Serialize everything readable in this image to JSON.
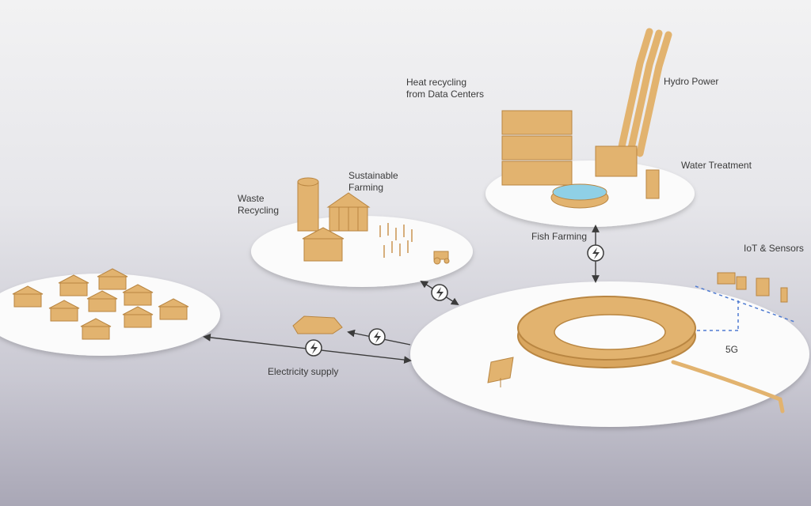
{
  "labels": {
    "heat_recycling": "Heat recycling",
    "heat_recycling_2": "from Data Centers",
    "hydro_power": "Hydro Power",
    "water_treatment": "Water Treatment",
    "sustainable_farming": "Sustainable",
    "sustainable_farming_2": "Farming",
    "waste_recycling": "Waste",
    "waste_recycling_2": "Recycling",
    "fish_farming": "Fish Farming",
    "iot_sensors": "IoT & Sensors",
    "five_g": "5G",
    "electricity_supply": "Electricity supply"
  },
  "icons": {
    "power": "lightning-bolt-icon"
  },
  "colors": {
    "wood": "#e2b36f",
    "wood_dark": "#b98642",
    "platform": "#fbfbfb",
    "arrow": "#3b3b3b",
    "dashed_5g": "#4f7bd1",
    "water": "#8fd0e6"
  }
}
